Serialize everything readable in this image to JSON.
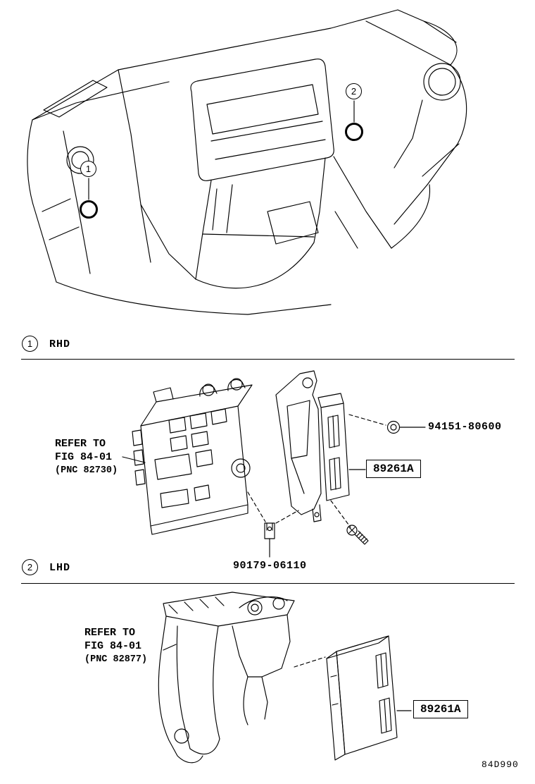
{
  "diagram": {
    "code": "84D990"
  },
  "dashboard": {
    "callout_1": "1",
    "callout_2": "2"
  },
  "rhd": {
    "number": "1",
    "label": "RHD",
    "note": {
      "line1": "REFER TO",
      "line2": "FIG 84-01",
      "line3": "(PNC 82730)"
    },
    "parts": {
      "nut": "94151-80600",
      "ecu": "89261A",
      "clip": "90179-06110"
    }
  },
  "lhd": {
    "number": "2",
    "label": "LHD",
    "note": {
      "line1": "REFER TO",
      "line2": "FIG 84-01",
      "line3": "(PNC 82877)"
    },
    "parts": {
      "ecu": "89261A"
    }
  }
}
